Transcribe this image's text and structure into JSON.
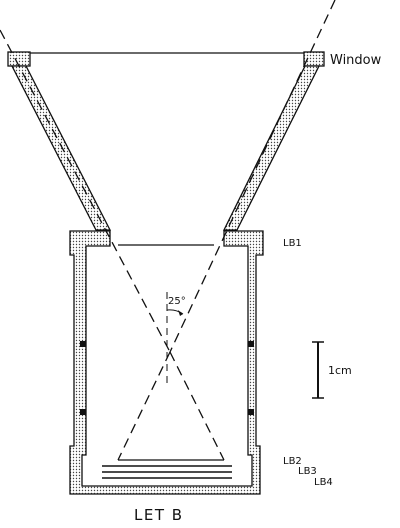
{
  "diagram": {
    "title": "LET B",
    "labels": {
      "window": "Window",
      "lb1": "LB1",
      "lb2": "LB2",
      "lb3": "LB3",
      "lb4": "LB4",
      "angle": "25°",
      "scale": "1cm"
    }
  }
}
